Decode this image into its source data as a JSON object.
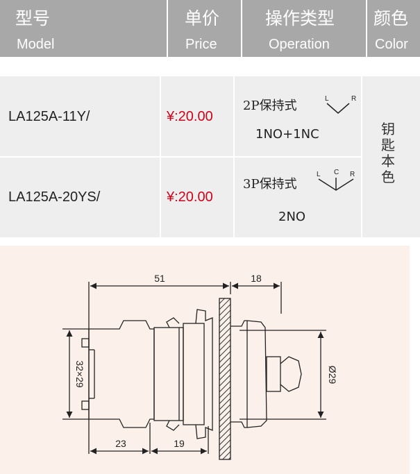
{
  "header": {
    "model_cn": "型号",
    "model_en": "Model",
    "price_cn": "单价",
    "price_en": "Price",
    "operation_cn": "操作类型",
    "operation_en": "Operation",
    "color_cn": "颜色",
    "color_en": "Color"
  },
  "rows": [
    {
      "model": "LA125A-11Y/",
      "price": "¥:20.00",
      "operation_type": "2P保持式",
      "symbol_labels": [
        "L",
        "R"
      ],
      "contacts": "1NO+1NC"
    },
    {
      "model": "LA125A-20YS/",
      "price": "¥:20.00",
      "operation_type": "3P保持式",
      "symbol_labels": [
        "L",
        "C",
        "R"
      ],
      "contacts": "2NO"
    }
  ],
  "color_value": "钥匙本色",
  "drawing": {
    "dim_total_length": "51",
    "dim_knob_length": "18",
    "dim_body_section": "32×29",
    "dim_diameter": "Ø29",
    "dim_base_length": "23",
    "dim_mid_length": "19"
  },
  "colors": {
    "header_bg": "#a8a8a8",
    "table_bg": "#eeeeee",
    "price_red": "#d0021b",
    "drawing_bg": "#fcf1ea"
  }
}
